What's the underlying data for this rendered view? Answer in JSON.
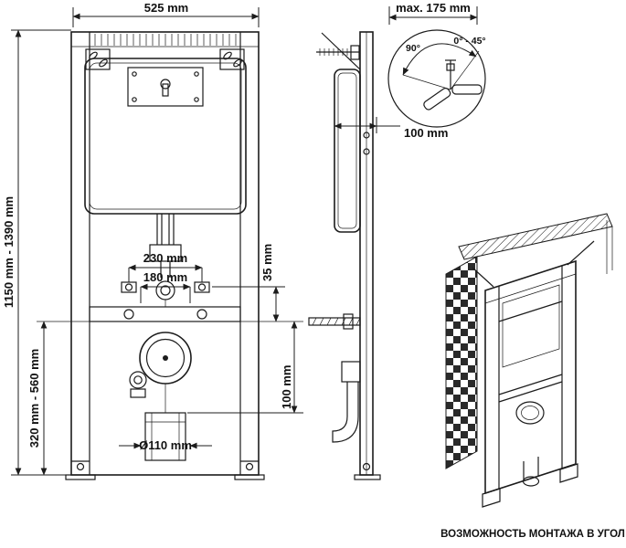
{
  "colors": {
    "line": "#1c1c1c",
    "background": "#ffffff"
  },
  "drawing": {
    "front_view": {
      "width": "525 mm",
      "height_range": "1150 mm - 1390 mm",
      "outlet_height_range": "320 mm - 560 mm",
      "bolt_spacing": "230 mm",
      "flush_pipe_spacing": "180 mm",
      "offset": "35 mm",
      "outlet_drop": "100 mm",
      "drain_diameter": "Ø110 mm"
    },
    "side_view": {
      "depth_max": "max. 175 mm",
      "frame_depth": "100 mm"
    },
    "angle_detail": {
      "angle_90": "90°",
      "angle_range": "0° - 45°"
    },
    "corner_note": "ВОЗМОЖНОСТЬ МОНТАЖА В УГОЛ"
  }
}
